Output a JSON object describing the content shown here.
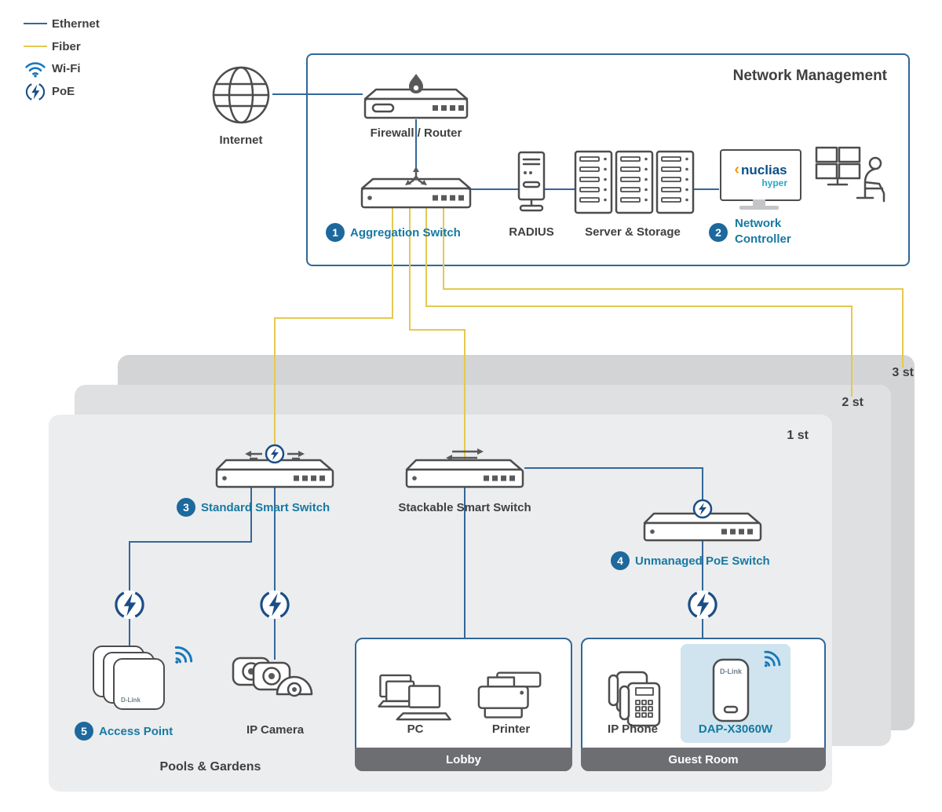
{
  "colors": {
    "accent_text": "#1779a3",
    "badge": "#1d689c",
    "ethernet_line": "#34679a",
    "fiber_line": "#e5c94f",
    "wifi_blue": "#1779ba",
    "poe_navy": "#1b4e86",
    "room_border": "#2f6899",
    "room_bar": "#6d6e71",
    "dap_panel": "#cfe4ee"
  },
  "legend": {
    "ethernet": "Ethernet",
    "fiber": "Fiber",
    "wifi": "Wi-Fi",
    "poe": "PoE"
  },
  "network_management": {
    "title": "Network Management",
    "internet": "Internet",
    "firewall": "Firewall / Router",
    "aggregation_badge": "1",
    "aggregation": "Aggregation Switch",
    "radius": "RADIUS",
    "servers": "Server & Storage",
    "controller_badge": "2",
    "controller_line1": "Network",
    "controller_line2": "Controller",
    "nuclias_chevron": "‹",
    "nuclias_name": "nuclias",
    "nuclias_sub": "hyper"
  },
  "floors": {
    "f3": "3 st",
    "f2": "2 st",
    "f1": "1 st"
  },
  "floor1": {
    "standard_badge": "3",
    "standard": "Standard Smart Switch",
    "stackable": "Stackable Smart Switch",
    "unmanaged_badge": "4",
    "unmanaged": "Unmanaged PoE Switch",
    "ap_badge": "5",
    "access_point": "Access Point",
    "ap_brand": "D-Link",
    "camera": "IP Camera",
    "pc": "PC",
    "printer": "Printer",
    "lobby_bar": "Lobby",
    "phone": "IP Phone",
    "dap": "DAP-X3060W",
    "dap_brand": "D-Link",
    "guest_bar": "Guest Room",
    "area": "Pools & Gardens"
  }
}
